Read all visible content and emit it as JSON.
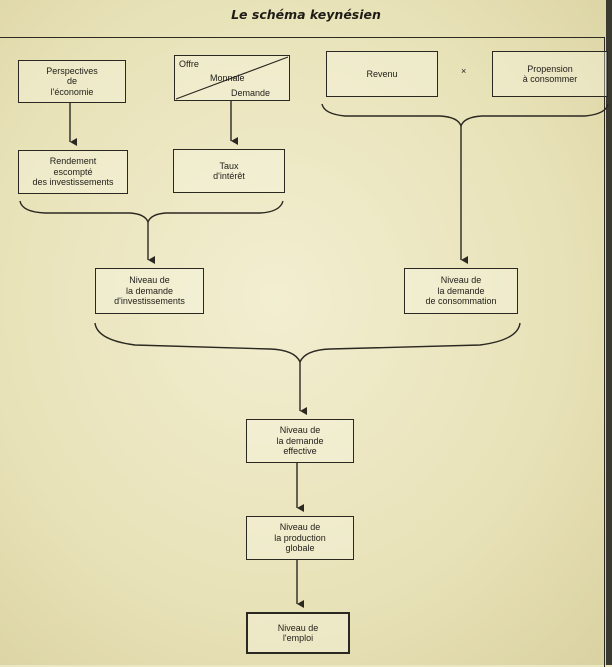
{
  "diagram": {
    "title": "Le schéma keynésien",
    "boxes": {
      "perspectives": "Perspectives\nde\nl'économie",
      "rendement": "Rendement\nescompté\ndes investissements",
      "taux": "Taux\nd'intérêt",
      "revenu": "Revenu",
      "propension": "Propension\nà consommer",
      "niveau_investissements": "Niveau de\nla demande\nd'investissements",
      "niveau_consommation": "Niveau de\nla demande\nde consommation",
      "demande_effective": "Niveau de\nla demande\neffective",
      "production_globale": "Niveau de\nla production\nglobale",
      "emploi": "Niveau de\nl'emploi"
    },
    "monnaie_box": {
      "offre": "Offre",
      "monnaie": "Monnaie",
      "demande": "Demande"
    },
    "operator": "×"
  }
}
